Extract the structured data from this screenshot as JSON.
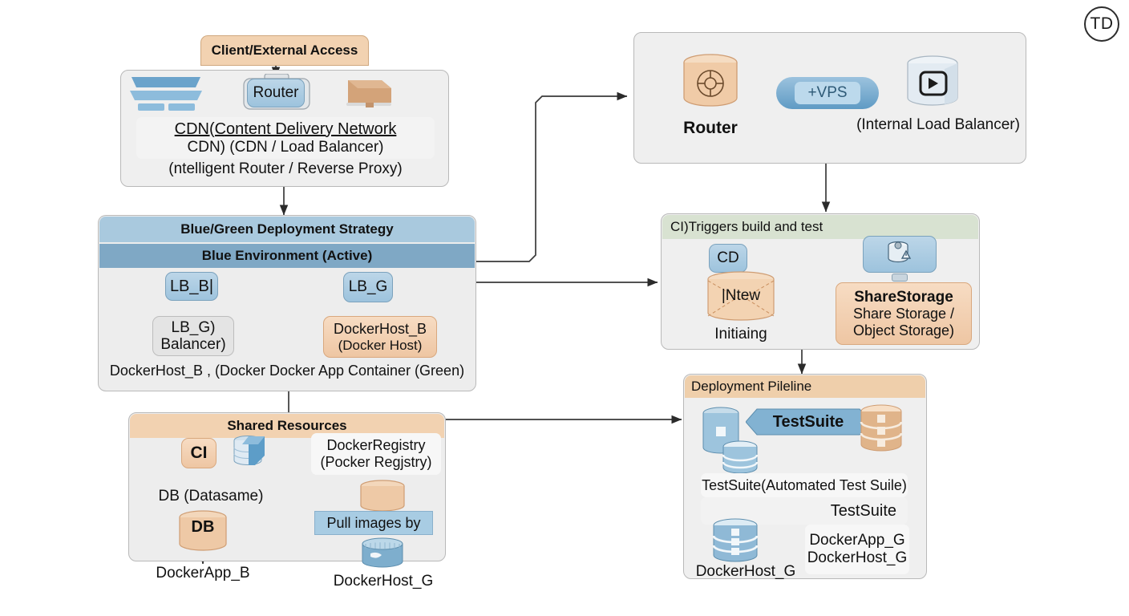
{
  "meta": {
    "badge": "TD"
  },
  "groups": {
    "client_access": {
      "title": "Client/External Access"
    },
    "cdn_panel": {
      "cdn_title": "CDN(Content Delivery Network",
      "cdn_sub": "CDN) (CDN / Load Balancer)",
      "caption": "(ntelligent Router / Reverse Proxy)",
      "router_label": "Router"
    },
    "bluegreen": {
      "title": "Blue/Green Deployment Strategy",
      "subtitle": "Blue Environment (Active)",
      "lb_b": "LB_B|",
      "lb_g_node": "LB_G",
      "lb_g_box_line1": "LB_G)",
      "lb_g_box_line2": "Balancer)",
      "dockerhost_b_line1": "DockerHost_B",
      "dockerhost_b_line2": "(Docker Host)",
      "footer": "DockerHost_B , (Docker Docker App Container (Green)"
    },
    "shared": {
      "title": "Shared Resources",
      "ci": "CI",
      "registry_line1": "DockerRegistry",
      "registry_line2": "(Pocker Regjstry)",
      "db_caption": "DB (Datasame)",
      "db": "DB",
      "dockerapp_b": "DockerApp_B",
      "pull_bar": "Pull images by",
      "dockerhost_g": "DockerHost_G"
    },
    "router_vps": {
      "router_label": "Router",
      "vps_label": "+VPS",
      "ilb_label": "(Internal Load Balancer)"
    },
    "ci_triggers": {
      "title": "CI)Triggers build and test",
      "cd": "CD",
      "new_label": "|Ntew",
      "initiating": "Initiaing",
      "sharestorage_title": "ShareStorage",
      "sharestorage_line2": "Share Storage /",
      "sharestorage_line3": "Object Storage)"
    },
    "deploy_pipeline": {
      "title": "Deployment Pileline",
      "testsuite_banner": "TestSuite",
      "testsuite_box": "TestSuite(Automated Test Suile)",
      "testsuite_label": "TestSuite",
      "dockerhost_g": "DockerHost_G",
      "dockerapp_g_line1": "DockerApp_G",
      "dockerapp_g_line2": "DockerHost_G"
    }
  },
  "icons": {
    "monitor": "monitor-icon",
    "desktop_box": "desktop-box-icon",
    "router_device": "router-device-icon",
    "router_cylinder": "router-cylinder-icon",
    "ilb_cylinder": "internal-load-balancer-icon",
    "db_blue_stack": "blue-database-stack-icon",
    "storage_warning": "storage-warning-icon",
    "envelope_cylinder": "envelope-cylinder-icon",
    "registry_cylinder": "registry-cylinder-icon",
    "bucket": "bucket-icon"
  },
  "colors": {
    "peach_header": "#f2d2b1",
    "blue_header": "#a9c9de",
    "blue_header_dark": "#7fa8c5",
    "green_header": "#d8e2d1",
    "node_blue": "#a8cce3",
    "node_peach": "#f0caa4",
    "panel_grey": "#efefef"
  }
}
